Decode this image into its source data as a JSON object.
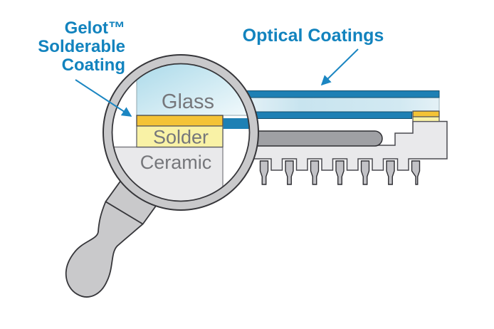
{
  "callouts": {
    "gelot": {
      "lines": [
        "Gelot™",
        "Solderable",
        "Coating"
      ]
    },
    "optical": {
      "label": "Optical Coatings"
    }
  },
  "lens": {
    "glass_label": "Glass",
    "solder_label": "Solder",
    "ceramic_label": "Ceramic"
  },
  "colors": {
    "label_blue": "#1283BE",
    "arrow_blue": "#1B86C2",
    "optical_coating": "#1E80B4",
    "coating_outline": "#14506E",
    "gold_coating": "#F4C336",
    "solder_yellow": "#F9F2A6",
    "ceramic_gray": "#E9E9EB",
    "die_gray": "#9FA0A4",
    "pin_gray": "#C2C2C6",
    "metal_gray": "#C9C9CB",
    "outline_dark": "#36363A",
    "layer_text_gray": "#76777B"
  }
}
